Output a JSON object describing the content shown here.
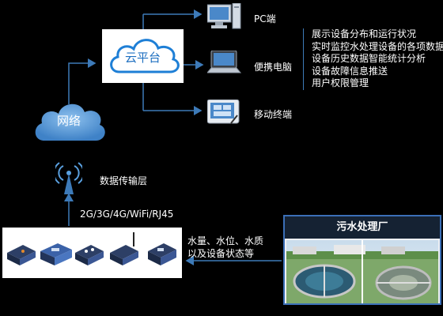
{
  "cloud_platform": {
    "label": "云平台"
  },
  "network": {
    "label": "网络"
  },
  "terminals": [
    {
      "label": "PC端",
      "icon": "desktop-pc-icon"
    },
    {
      "label": "便携电脑",
      "icon": "laptop-icon"
    },
    {
      "label": "移动终端",
      "icon": "mobile-terminal-icon"
    }
  ],
  "features": [
    "展示设备分布和运行状况",
    "实时监控水处理设备的各项数据",
    "设备历史数据智能统计分析",
    "设备故障信息推送",
    "用户权限管理"
  ],
  "data_transfer": {
    "layer_label": "数据传输层",
    "protocols": "2G/3G/4G/WiFi/RJ45"
  },
  "sensor_data": {
    "line1": "水量、水位、水质",
    "line2": "以及设备状态等"
  },
  "plant": {
    "title": "污水处理厂"
  },
  "colors": {
    "background": "#000000",
    "connector": "#3d7ab8",
    "cloud_blue": "#1e7fd6",
    "network_cloud": "#5b9bd5",
    "plant_border": "#3b6fb7"
  }
}
